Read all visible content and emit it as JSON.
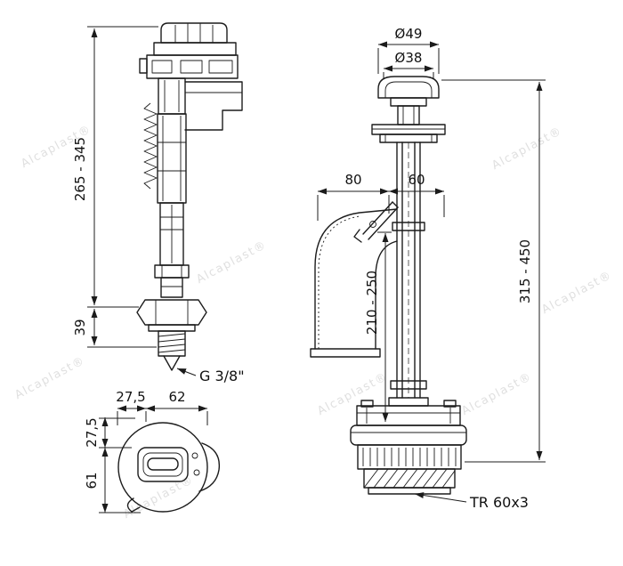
{
  "drawing": {
    "watermark": "Alcaplast®",
    "left_view": {
      "dim_total_height": "265 - 345",
      "dim_shank_height": "39",
      "thread_label": "G 3/8\"",
      "dim_bottom_offset": "27,5",
      "dim_bottom_width": "62",
      "dim_side_offset": "27,5",
      "dim_side_height": "61"
    },
    "right_view": {
      "dim_button_outer": "Ø49",
      "dim_button_inner": "Ø38",
      "dim_body_left": "80",
      "dim_body_right": "60",
      "dim_overflow_height": "210 - 250",
      "dim_total_height": "315 - 450",
      "thread_label": "TR 60x3"
    }
  }
}
